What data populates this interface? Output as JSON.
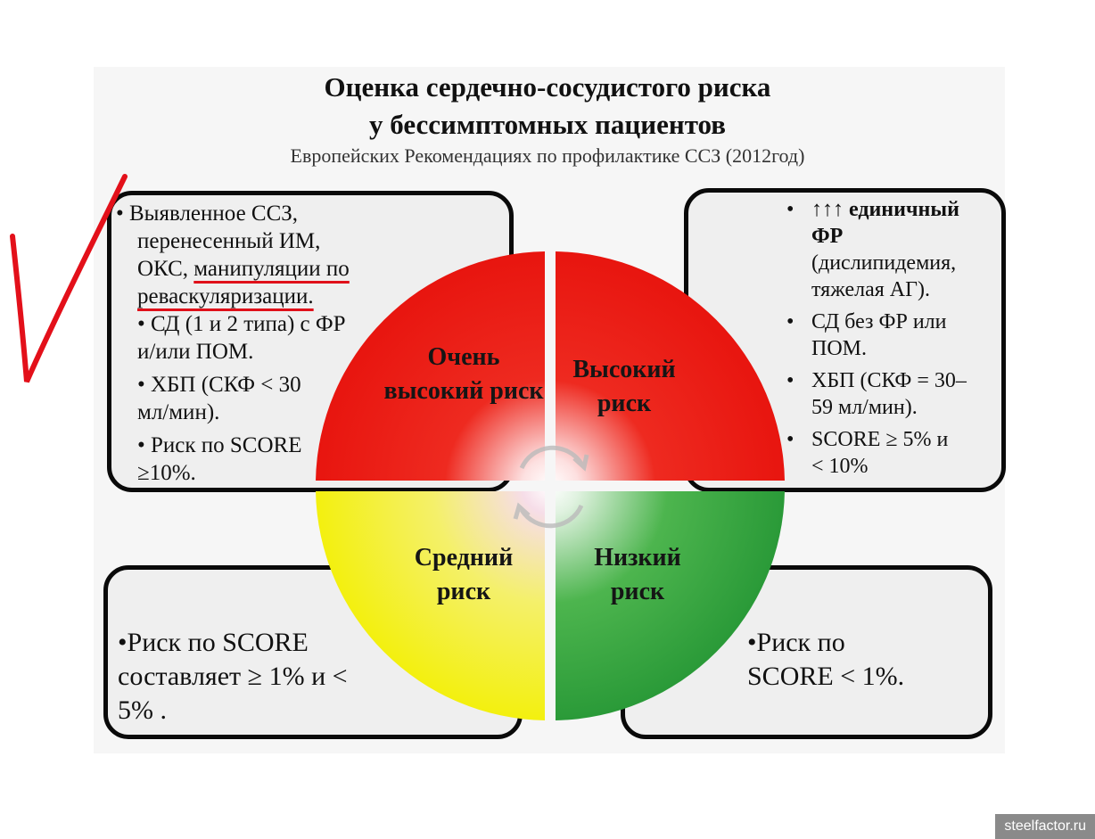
{
  "title_line1": "Оценка сердечно-сосудистого риска",
  "title_line2": "у бессимптомных пациентов",
  "subtitle": "Европейских Рекомендациях по профилактике ССЗ (2012год)",
  "quadrants": {
    "very_high": {
      "label": "Очень высокий риск",
      "color": "#e8150f"
    },
    "high": {
      "label": "Высокий риск",
      "color": "#e8150f"
    },
    "moderate": {
      "label": "Средний риск",
      "color": "#f3f00f"
    },
    "low": {
      "label": "Низкий риск",
      "color": "#2e9e3a"
    }
  },
  "very_high_box": {
    "line1a": "• Выявленное ССЗ,",
    "line1b": "перенесенный ИМ,",
    "line1c": "ОКС, ",
    "line1d": "манипуляции по",
    "line1e": "реваскуляризации.",
    "item2a": "• СД (1 и 2 типа) с ФР",
    "item2b": "и/или ПОМ.",
    "item3a": "• ХБП (СКФ < 30",
    "item3b": "мл/мин).",
    "item4a": "• Риск по SCORE",
    "item4b": "≥10%."
  },
  "high_box": {
    "item1a": "↑↑↑ единичный",
    "item1b": "ФР",
    "item1c": "(дислипидемия,",
    "item1d": "тяжелая АГ).",
    "item2a": "СД без ФР или",
    "item2b": "ПОМ.",
    "item3a": "ХБП (СКФ = 30–",
    "item3b": "59 мл/мин).",
    "item4a": "SCORE  ≥ 5% и",
    "item4b": "< 10%",
    "bullet": "•"
  },
  "moderate_box": {
    "line1": "•Риск по SCORE",
    "line2": "составляет ≥ 1% и <",
    "line3": "5% ."
  },
  "low_box": {
    "line1": "•Риск по",
    "line2": "SCORE < 1%."
  },
  "watermark": "steelfactor.ru"
}
